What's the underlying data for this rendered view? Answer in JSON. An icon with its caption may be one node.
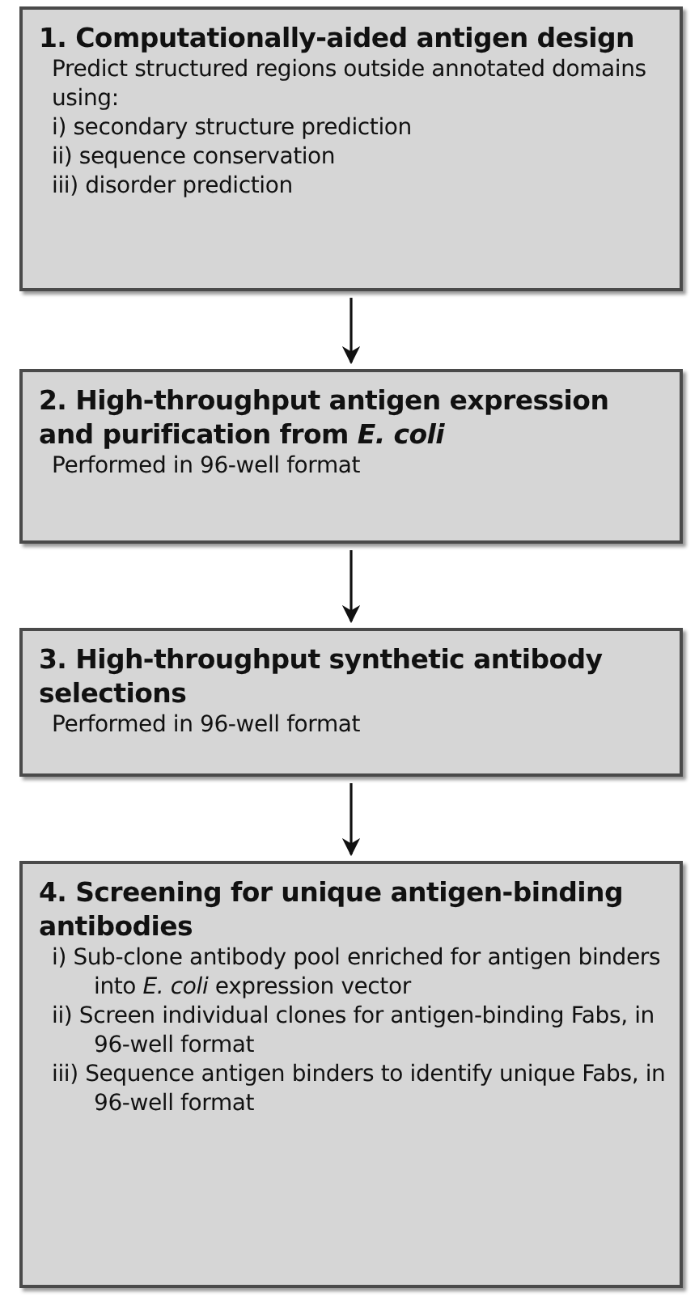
{
  "diagram": {
    "nodes": [
      {
        "text": [
          "1. Computationally-aided antigen design",
          "Predict structured regions outside annotated domains using:",
          "i) secondary structure prediction",
          "ii) sequence conservation",
          "iii) disorder prediction"
        ]
      },
      {
        "text": [
          "2. High-throughput antigen expression and purification from *E. coli*",
          "Performed in 96-well format"
        ]
      },
      {
        "text": [
          "3. High-throughput synthetic antibody selections",
          "Performed in 96-well format"
        ]
      },
      {
        "text": [
          "4. Screening for unique antigen-binding antibodies",
          "i) Sub-clone antibody pool enriched for antigen binders into *E. coli* expression vector",
          "ii) Screen individual clones for antigen-binding Fabs, in 96-well format",
          "iii) Sequence antigen binders to identify unique Fabs, in 96-well format"
        ]
      }
    ],
    "edges": [
      {
        "from": 0,
        "to": 1,
        "arrow": "to"
      },
      {
        "from": 1,
        "to": 2,
        "arrow": "to"
      },
      {
        "from": 2,
        "to": 3,
        "arrow": "to"
      }
    ]
  }
}
